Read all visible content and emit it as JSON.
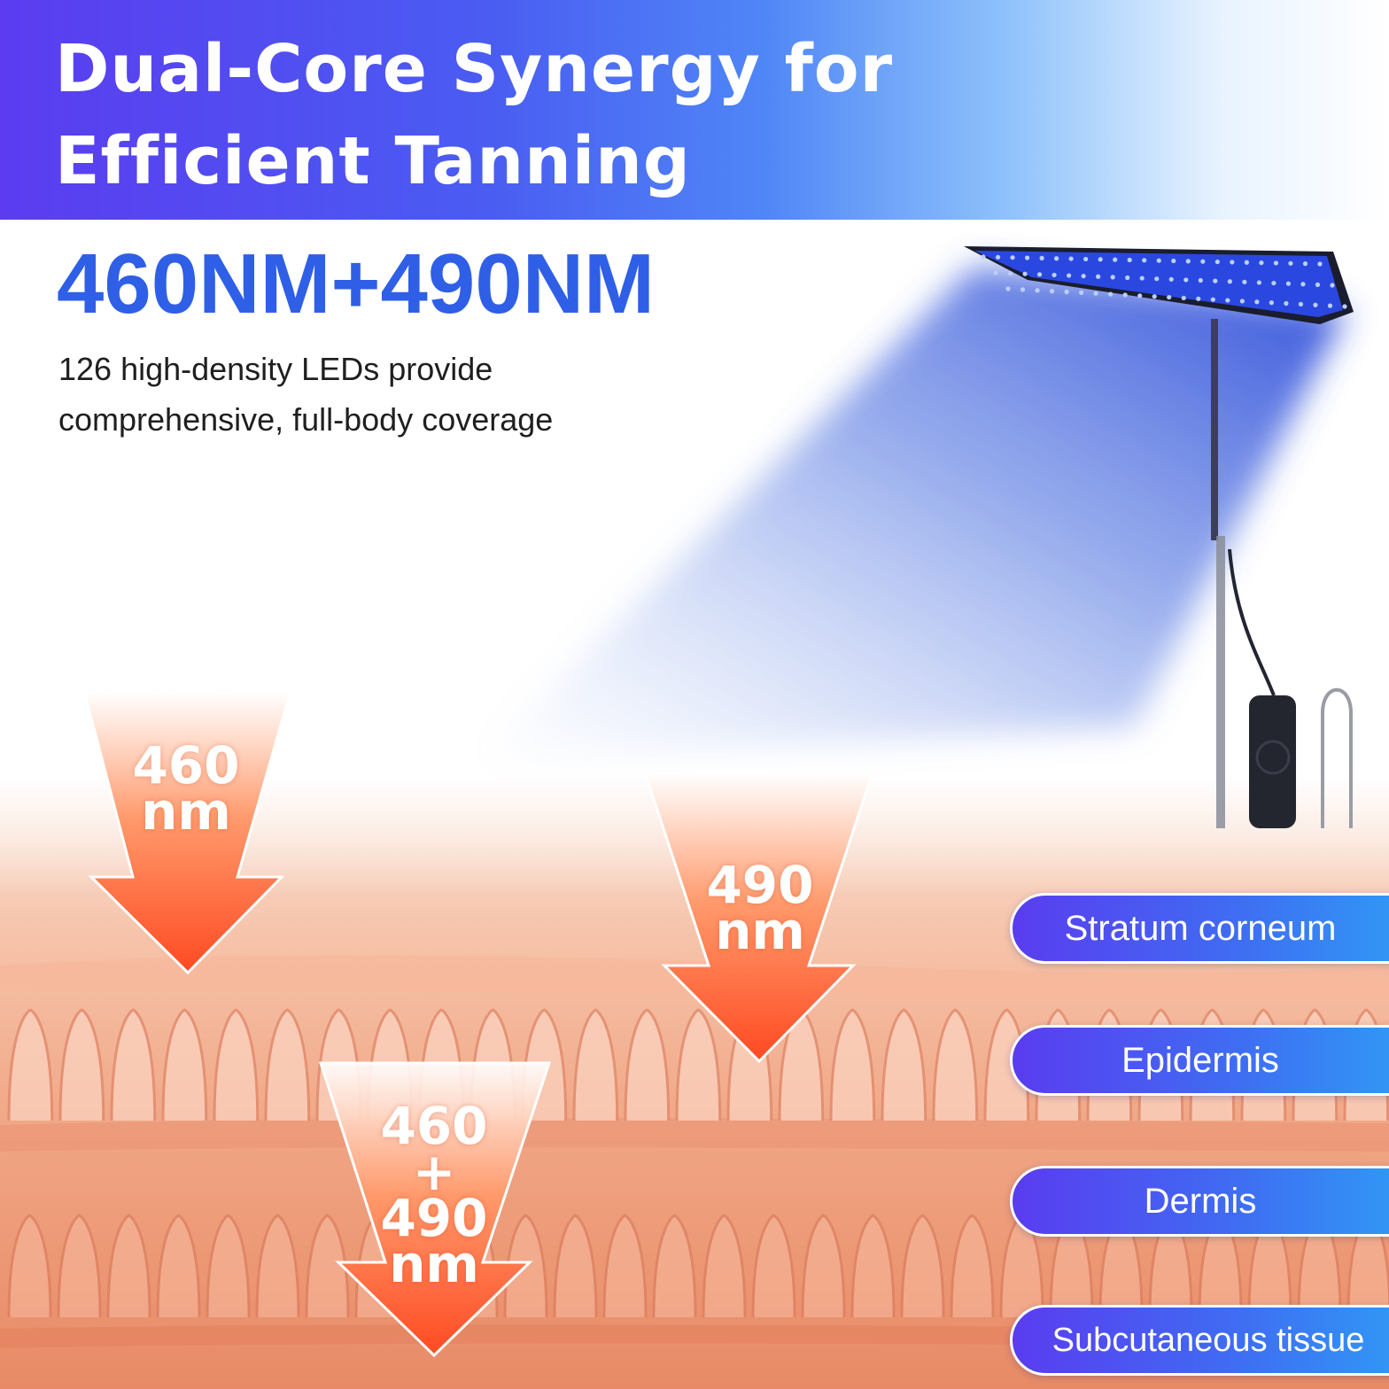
{
  "header": {
    "title_line1": "Dual-Core Synergy for",
    "title_line2": "Efficient Tanning"
  },
  "spec": {
    "wavelengths": "460NM+490NM",
    "description_line1": "126 high-density LEDs provide",
    "description_line2": "comprehensive, full-body coverage"
  },
  "arrows": [
    {
      "id": "arrow-460",
      "line1": "460",
      "line2": "nm"
    },
    {
      "id": "arrow-490",
      "line1": "490",
      "line2": "nm"
    },
    {
      "id": "arrow-combined",
      "line1": "460",
      "line2": "+",
      "line3": "490",
      "line4": "nm"
    }
  ],
  "layers": [
    {
      "label": "Stratum corneum"
    },
    {
      "label": "Epidermis"
    },
    {
      "label": "Dermis"
    },
    {
      "label": "Subcutaneous tissue"
    }
  ],
  "colors": {
    "banner_start": "#5b3cf0",
    "headline_blue": "#2f5fe6",
    "led_blue": "#2a48e0",
    "arrow_orange": "#ff5a2a",
    "skin": "#f2a17e"
  }
}
